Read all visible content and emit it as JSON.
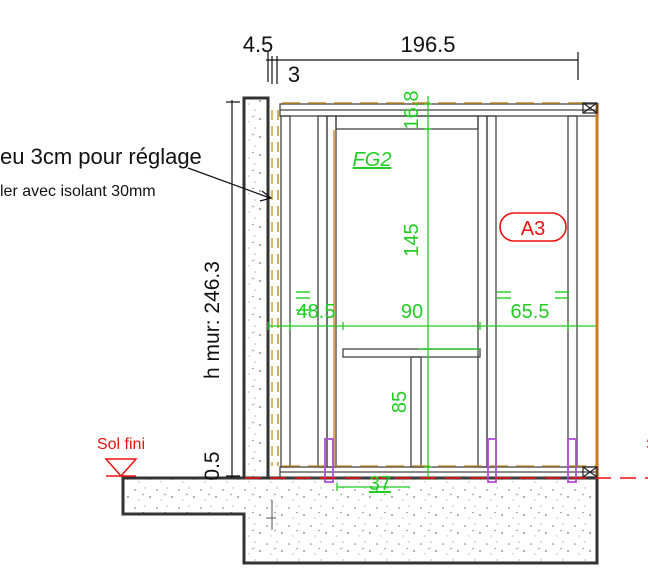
{
  "colors": {
    "green_dimension": "#22cc22",
    "red_marker": "#ee1111",
    "wall_outline": "#333333",
    "framing": "#444444",
    "purple_anchor": "#b04fd8",
    "orange_panel": "#cc7a1e",
    "dashed_insulation": "#c08a2a"
  },
  "top_dims": {
    "gap_left": "4.5",
    "gap_small": "3",
    "overall_width": "196.5"
  },
  "notes": {
    "line1": "eu 3cm pour réglage",
    "line2": "ler avec isolant 30mm"
  },
  "labels": {
    "frame_id": "FG2",
    "marker": "A3",
    "wall_height": "h mur: 246.3",
    "floor_level_left": "Sol fini",
    "floor_level_right": "S",
    "floor_offset": "0.5"
  },
  "green_dims": {
    "top_height": "16.8",
    "door_height": "145",
    "left_width": "48.5",
    "center_width": "90",
    "right_width": "65.5",
    "lower_height": "85",
    "bottom_width": "37"
  }
}
